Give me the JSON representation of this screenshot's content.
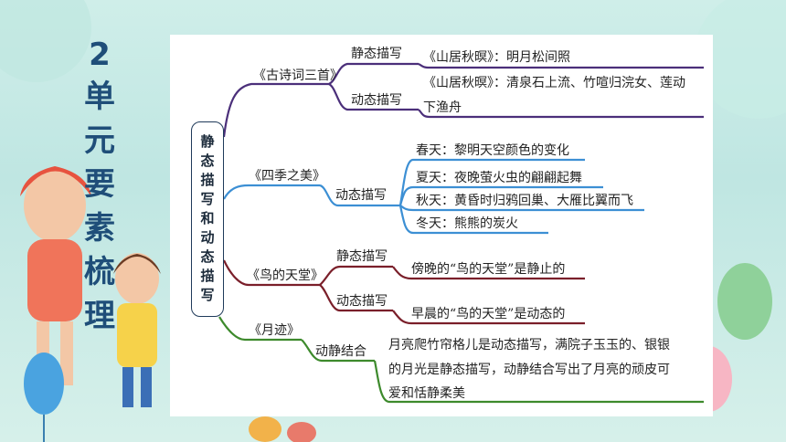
{
  "side_title": {
    "number": "2",
    "chars": [
      "单",
      "元",
      "要",
      "素",
      "梳",
      "理"
    ]
  },
  "root": {
    "chars": [
      "静",
      "态",
      "描",
      "写",
      "和",
      "动",
      "态",
      "描",
      "写"
    ]
  },
  "branches": {
    "poems": {
      "title": "《古诗词三首》",
      "static_label": "静态描写",
      "static_text": "《山居秋暝》：明月松间照",
      "dynamic_label": "动态描写",
      "dynamic_text_1": "《山居秋暝》：清泉石上流、竹喧归浣女、莲动",
      "dynamic_text_2": "下渔舟"
    },
    "seasons": {
      "title": "《四季之美》",
      "label": "动态描写",
      "items": [
        "春天：黎明天空颜色的变化",
        "夏天：夜晚萤火虫的翩翩起舞",
        "秋天：黄昏时归鸦回巢、大雁比翼而飞",
        "冬天：熊熊的炭火"
      ]
    },
    "bird": {
      "title": "《鸟的天堂》",
      "static_label": "静态描写",
      "static_text": "傍晚的“鸟的天堂”是静止的",
      "dynamic_label": "动态描写",
      "dynamic_text": "早晨的“鸟的天堂”是动态的"
    },
    "moon": {
      "title": "《月迹》",
      "label": "动静结合",
      "text_1": "月亮爬竹帘格儿是动态描写，满院子玉玉的、银银",
      "text_2": "的月光是静态描写，动静结合写出了月亮的顽皮可",
      "text_3": "爱和恬静柔美"
    }
  },
  "colors": {
    "poems_branch": "#4b2f7a",
    "seasons_branch": "#3c8fd4",
    "bird_branch": "#7a1f2a",
    "moon_branch": "#3d8a2c",
    "title_color": "#1f4e79"
  }
}
